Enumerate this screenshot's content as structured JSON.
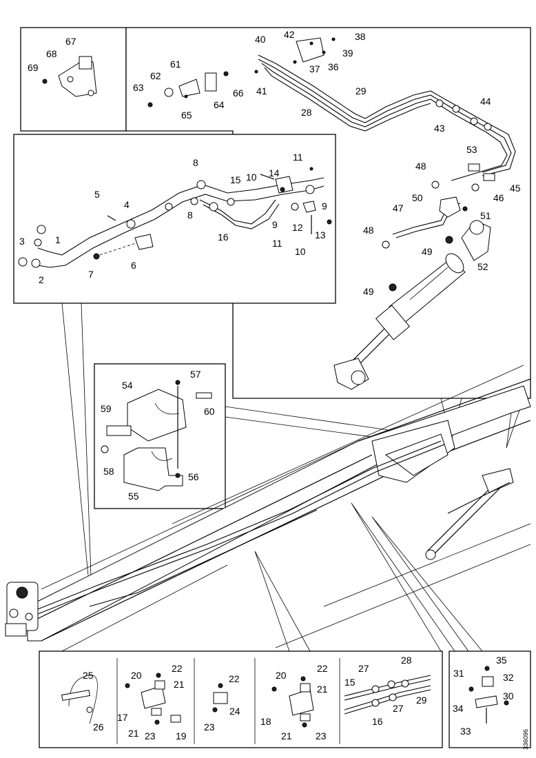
{
  "drawing_ref": "336096",
  "callouts": {
    "topleft": [
      "67",
      "68",
      "69"
    ],
    "topright": [
      "38",
      "42",
      "39",
      "40",
      "37",
      "36",
      "41",
      "61",
      "62",
      "63",
      "65",
      "64",
      "66",
      "28",
      "29",
      "44",
      "43"
    ],
    "cylinder": [
      "53",
      "48",
      "45",
      "46",
      "50",
      "51",
      "47",
      "48",
      "49",
      "52",
      "49"
    ],
    "leftbox": [
      "11",
      "8",
      "14",
      "10",
      "15",
      "9",
      "5",
      "4",
      "3",
      "1",
      "2",
      "7",
      "6",
      "8",
      "16",
      "9",
      "11",
      "12",
      "13",
      "10"
    ],
    "middlebox": [
      "54",
      "57",
      "60",
      "59",
      "58",
      "56",
      "55"
    ],
    "bottom1": [
      "25",
      "26"
    ],
    "bottom2": [
      "20",
      "22",
      "21",
      "17",
      "21",
      "23",
      "19"
    ],
    "bottom3": [
      "22",
      "23",
      "24"
    ],
    "bottom4": [
      "20",
      "22",
      "21",
      "18",
      "21",
      "23"
    ],
    "bottom5": [
      "27",
      "28",
      "15",
      "27",
      "29",
      "16"
    ],
    "bottom6": [
      "31",
      "35",
      "32",
      "30",
      "34",
      "33"
    ]
  }
}
